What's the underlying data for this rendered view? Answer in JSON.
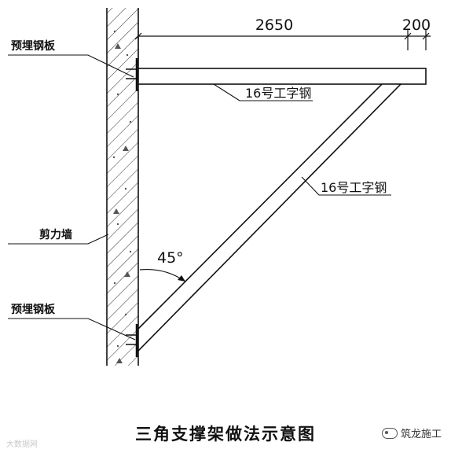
{
  "labels": {
    "embedded_plate_top": "预埋钢板",
    "embedded_plate_bottom": "预埋钢板",
    "shear_wall": "剪力墙",
    "beam_top": "16号工字钢",
    "beam_diagonal": "16号工字钢",
    "angle": "45°"
  },
  "dimensions": {
    "main": "2650",
    "extension": "200"
  },
  "caption": "三角支撑架做法示意图",
  "watermark": {
    "left": "大数据网",
    "right": "筑龙施工"
  }
}
